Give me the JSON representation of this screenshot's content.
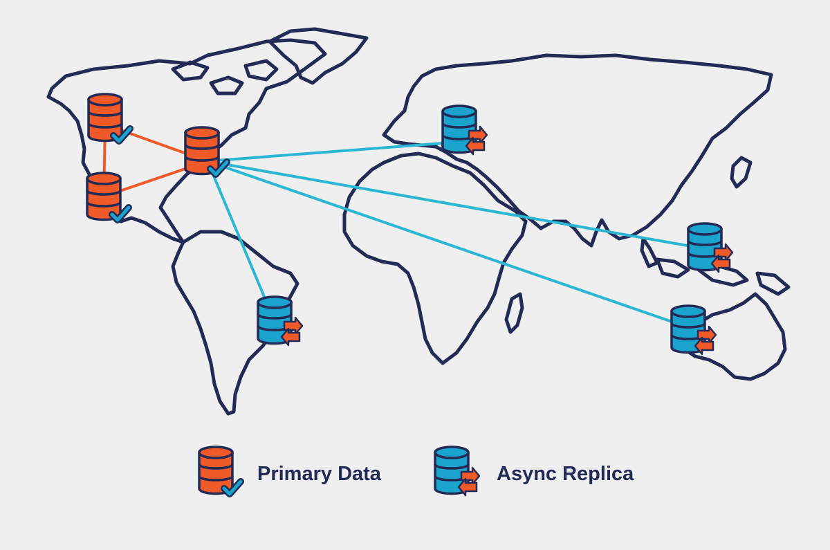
{
  "colors": {
    "background": "#efefef",
    "outline": "#232a55",
    "primary": "#f05a28",
    "replica": "#1aa3cc",
    "primary_link": "#f05a28",
    "replica_link": "#2bb7d4",
    "check": "#1aa3cc",
    "arrows": "#f05a28"
  },
  "nodes": [
    {
      "id": "na-west-north",
      "kind": "primary"
    },
    {
      "id": "na-east",
      "kind": "primary"
    },
    {
      "id": "na-west-south",
      "kind": "primary"
    },
    {
      "id": "europe",
      "kind": "replica"
    },
    {
      "id": "south-america",
      "kind": "replica"
    },
    {
      "id": "southeast-asia",
      "kind": "replica"
    },
    {
      "id": "australia",
      "kind": "replica"
    }
  ],
  "links": [
    {
      "from": "na-west-north",
      "to": "na-east",
      "kind": "primary"
    },
    {
      "from": "na-west-north",
      "to": "na-west-south",
      "kind": "primary"
    },
    {
      "from": "na-west-south",
      "to": "na-east",
      "kind": "primary"
    },
    {
      "from": "na-east",
      "to": "europe",
      "kind": "replica"
    },
    {
      "from": "na-east",
      "to": "south-america",
      "kind": "replica"
    },
    {
      "from": "na-east",
      "to": "southeast-asia",
      "kind": "replica"
    },
    {
      "from": "na-east",
      "to": "australia",
      "kind": "replica"
    }
  ],
  "legend": {
    "primary_label": "Primary Data",
    "replica_label": "Async Replica",
    "primary_icon": "database-check-icon",
    "replica_icon": "database-sync-icon"
  }
}
